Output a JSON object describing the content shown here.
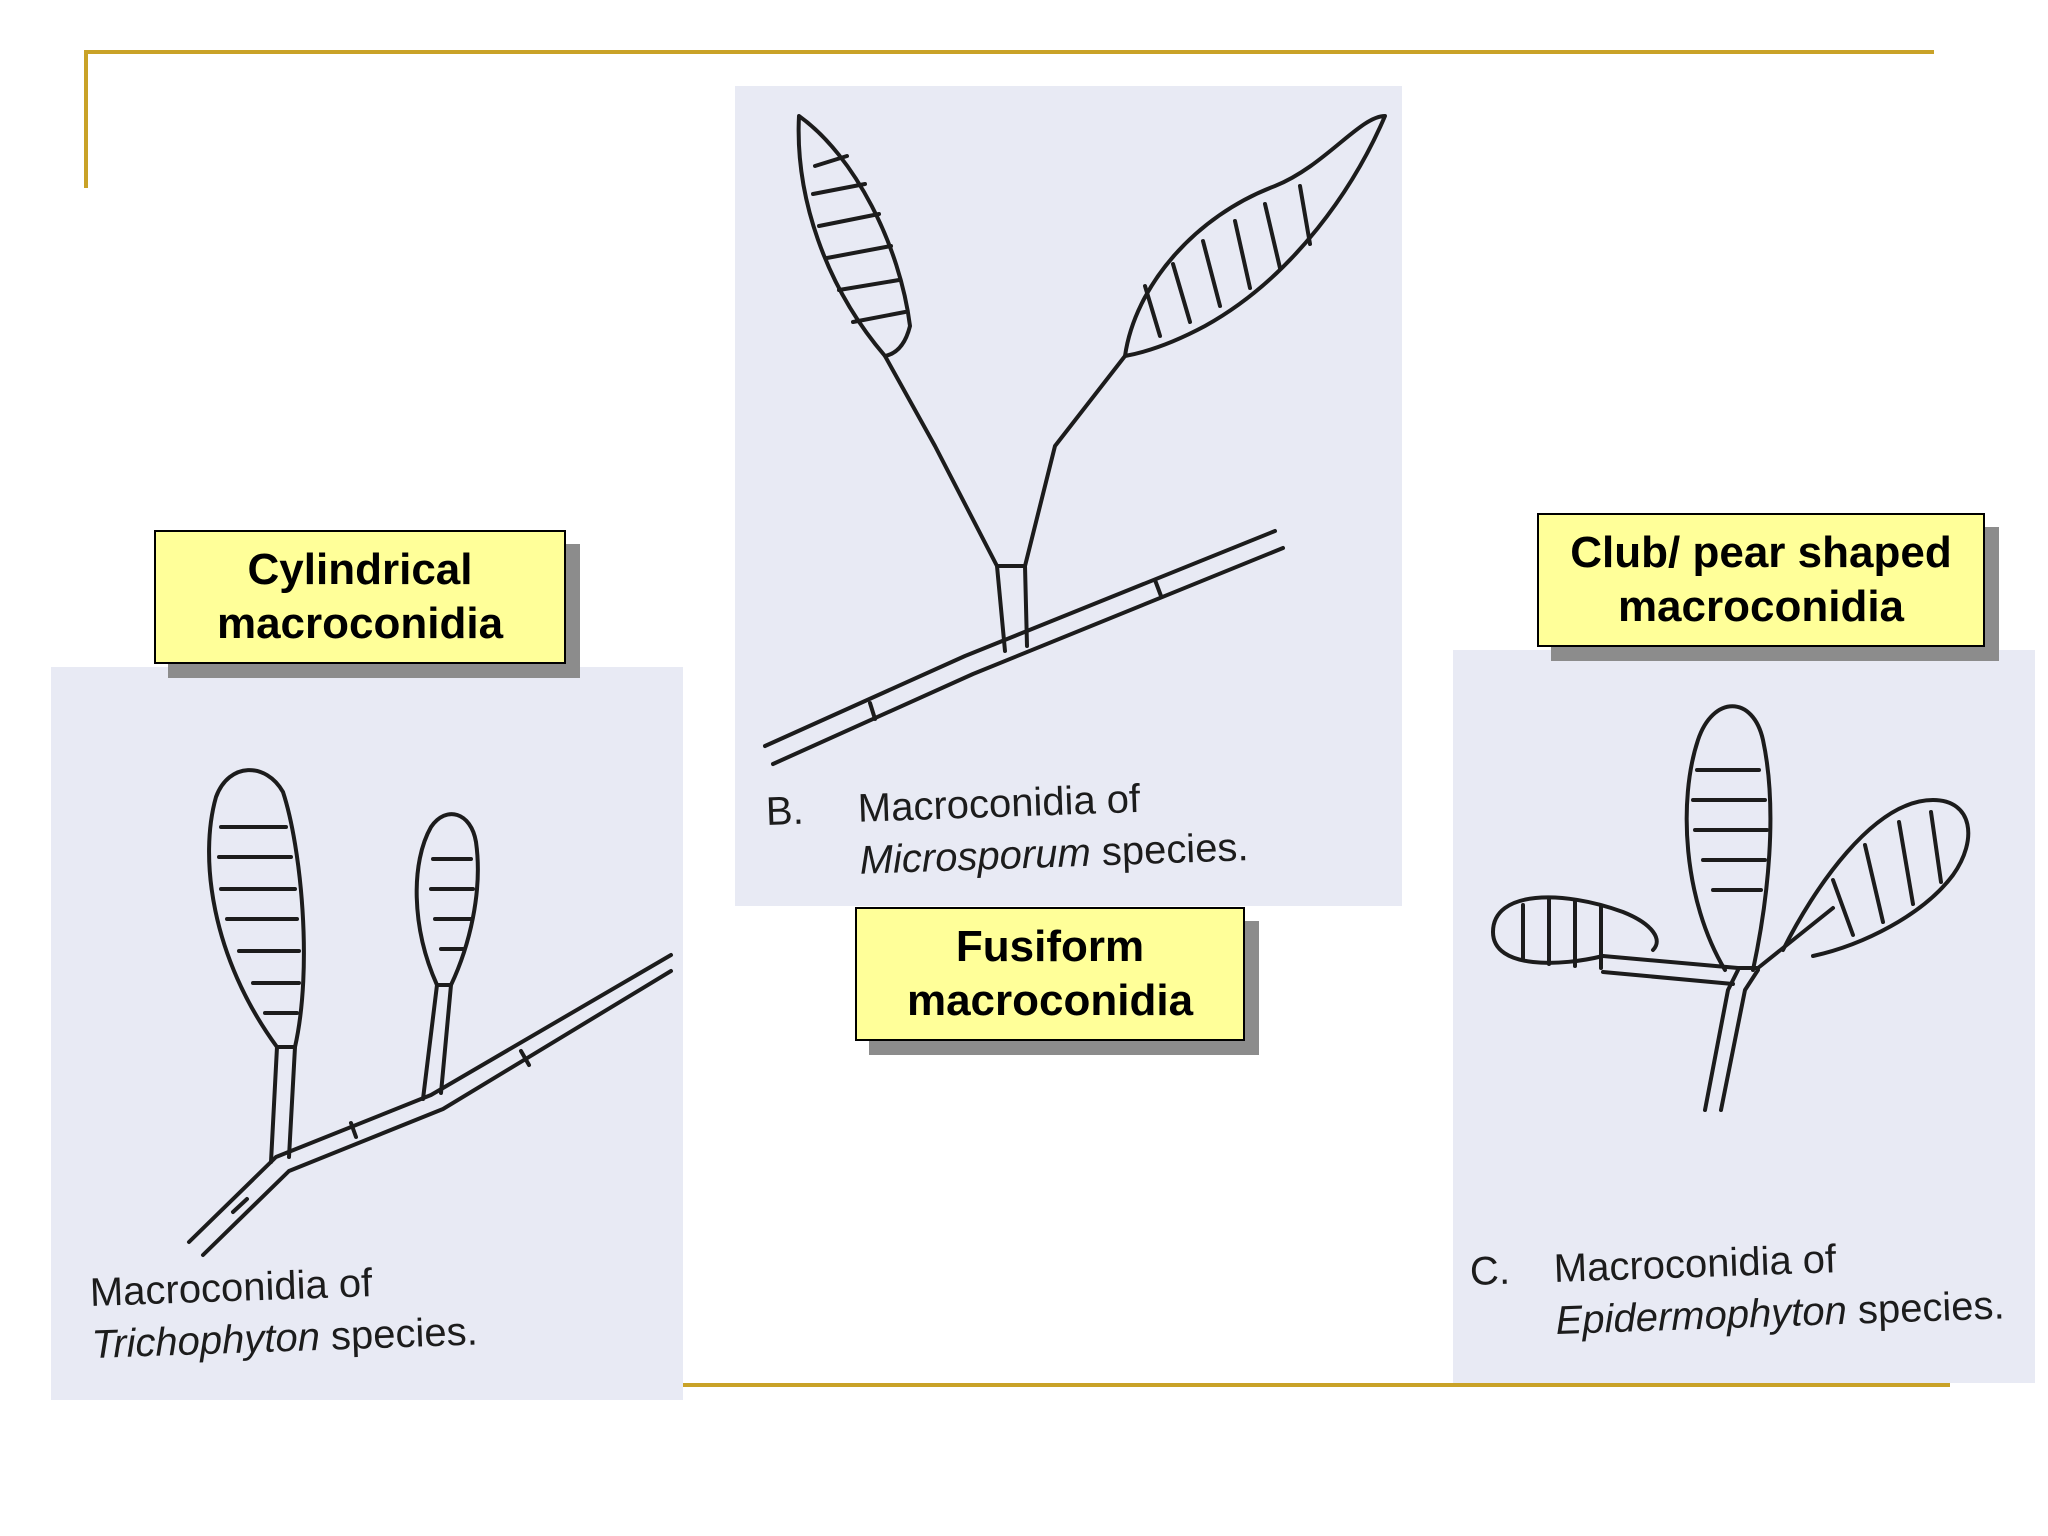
{
  "colors": {
    "accent_rule": "#c9a227",
    "label_fill": "#ffff99",
    "label_shadow": "#8c8c8c",
    "panel_bg": "#e8eaf4",
    "ink": "#1c1c1c"
  },
  "labels": {
    "cylindrical": {
      "line1": "Cylindrical",
      "line2": "macroconidia"
    },
    "fusiform": {
      "line1": "Fusiform",
      "line2": "macroconidia"
    },
    "club": {
      "line1": "Club/ pear shaped",
      "line2": "macroconidia"
    }
  },
  "figures": {
    "trichophyton": {
      "line1": "Macroconidia of",
      "genus": "Trichophyton",
      "suffix": " species."
    },
    "microsporum": {
      "letter": "B.",
      "line1": "Macroconidia of",
      "genus": "Microsporum",
      "suffix": " species."
    },
    "epidermophyton": {
      "letter": "C.",
      "line1": "Macroconidia of",
      "genus": "Epidermophyton",
      "suffix": " species."
    }
  }
}
